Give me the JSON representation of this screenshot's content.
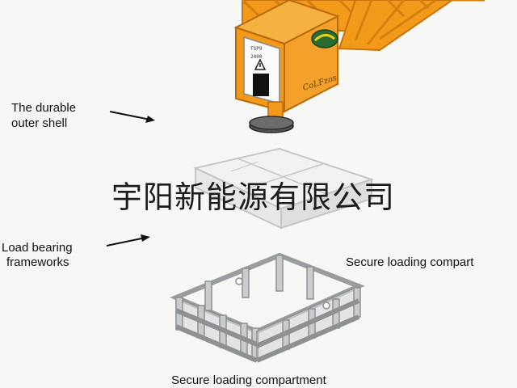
{
  "labels": {
    "outer_shell_line1": "The durable",
    "outer_shell_line2": "outer shell",
    "frameworks_line1": "Load bearing",
    "frameworks_line2": "frameworks",
    "compartment_side": "Secure loading compart",
    "compartment_bottom": "Secure loading compartment"
  },
  "watermark": "宇阳新能源有限公司",
  "colors": {
    "crane_orange": "#f39a1a",
    "frame_gray": "#c9cbcd",
    "background": "#f7f7f5"
  }
}
